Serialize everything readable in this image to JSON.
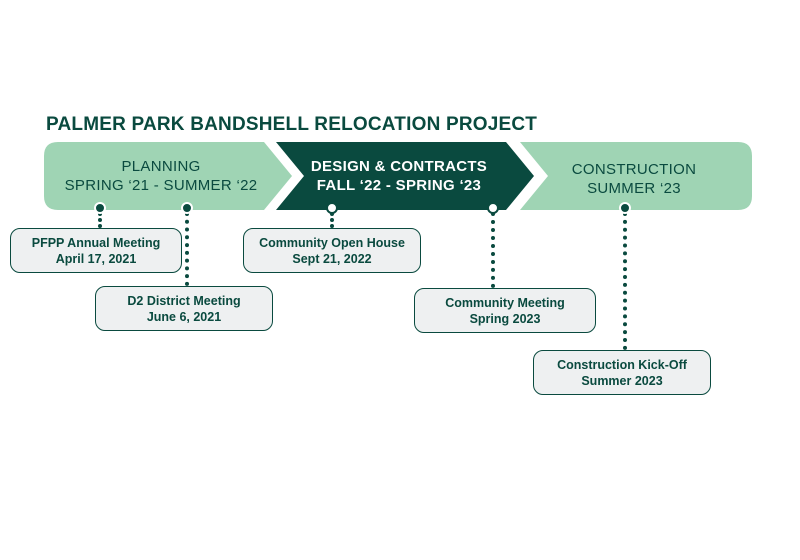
{
  "title": "PALMER PARK BANDSHELL RELOCATION PROJECT",
  "colors": {
    "dark_green": "#0a4a3f",
    "light_green": "#9fd4b4",
    "event_bg": "#eef0f1"
  },
  "phases": [
    {
      "name": "PLANNING",
      "dates": "SPRING ‘21 - SUMMER ‘22"
    },
    {
      "name": "DESIGN & CONTRACTS",
      "dates": "FALL ‘22 - SPRING ‘23"
    },
    {
      "name": "CONSTRUCTION",
      "dates": "SUMMER ‘23"
    }
  ],
  "events": [
    {
      "name": "PFPP Annual Meeting",
      "date": "April 17, 2021"
    },
    {
      "name": "D2 District Meeting",
      "date": "June 6, 2021"
    },
    {
      "name": "Community Open House",
      "date": "Sept 21, 2022"
    },
    {
      "name": "Community Meeting",
      "date": "Spring 2023"
    },
    {
      "name": "Construction Kick-Off",
      "date": "Summer 2023"
    }
  ]
}
